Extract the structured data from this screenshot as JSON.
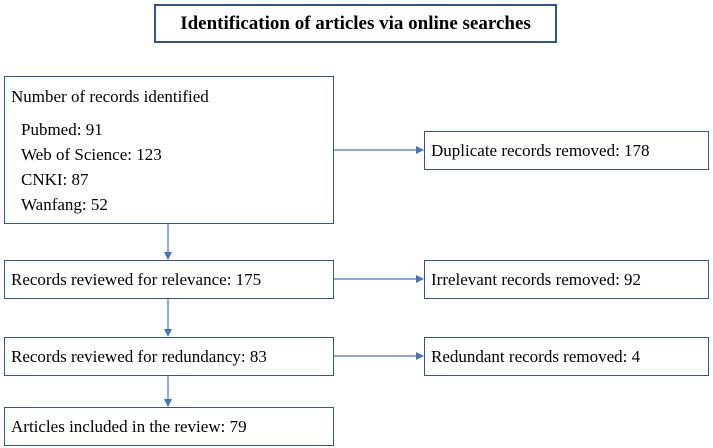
{
  "title": "Identification of articles via online searches",
  "identified": {
    "heading": "Number of records identified",
    "sources": [
      {
        "label": "Pubmed: 91"
      },
      {
        "label": "Web of Science: 123"
      },
      {
        "label": "CNKI: 87"
      },
      {
        "label": "Wanfang: 52"
      }
    ]
  },
  "duplicate_removed": "Duplicate records removed: 178",
  "relevance_review": "Records reviewed for relevance: 175",
  "irrelevant_removed": "Irrelevant records removed: 92",
  "redundancy_review": "Records reviewed for redundancy: 83",
  "redundant_removed": "Redundant records removed: 4",
  "included": "Articles included in the review: 79",
  "colors": {
    "border": "#2f5597",
    "arrow": "#4472c4"
  }
}
